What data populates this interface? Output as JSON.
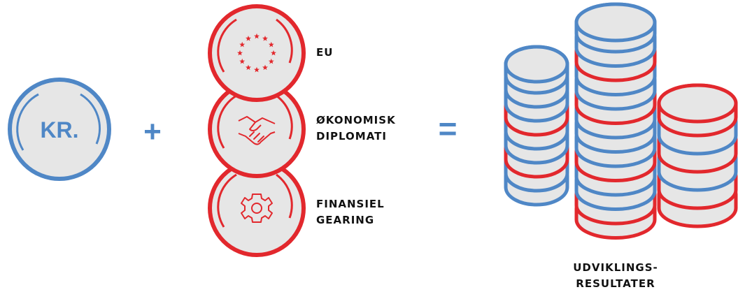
{
  "coin": {
    "label": "KR."
  },
  "operators": {
    "plus": "+",
    "equals": "="
  },
  "factors": [
    {
      "icon": "eu-stars-icon",
      "lines": [
        "EU"
      ]
    },
    {
      "icon": "handshake-icon",
      "lines": [
        "ØKONOMISK",
        "DIPLOMATI"
      ]
    },
    {
      "icon": "gear-icon",
      "lines": [
        "FINANSIEL",
        "GEARING"
      ]
    }
  ],
  "result": {
    "lines": [
      "UDVIKLINGS-",
      "RESULTATER"
    ]
  },
  "colors": {
    "blue": "#4f87c6",
    "red": "#e2282d",
    "fill": "#e6e6e6",
    "text": "#111111"
  },
  "stacks": [
    {
      "name": "left-stack",
      "coins": [
        "blue",
        "blue",
        "blue",
        "red",
        "blue",
        "blue",
        "red",
        "blue",
        "blue"
      ]
    },
    {
      "name": "middle-stack",
      "coins": [
        "blue",
        "blue",
        "red",
        "blue",
        "blue",
        "red",
        "blue",
        "blue",
        "blue",
        "red",
        "blue",
        "blue",
        "red",
        "red"
      ]
    },
    {
      "name": "right-stack",
      "coins": [
        "red",
        "blue",
        "red",
        "blue",
        "red",
        "red"
      ]
    }
  ]
}
